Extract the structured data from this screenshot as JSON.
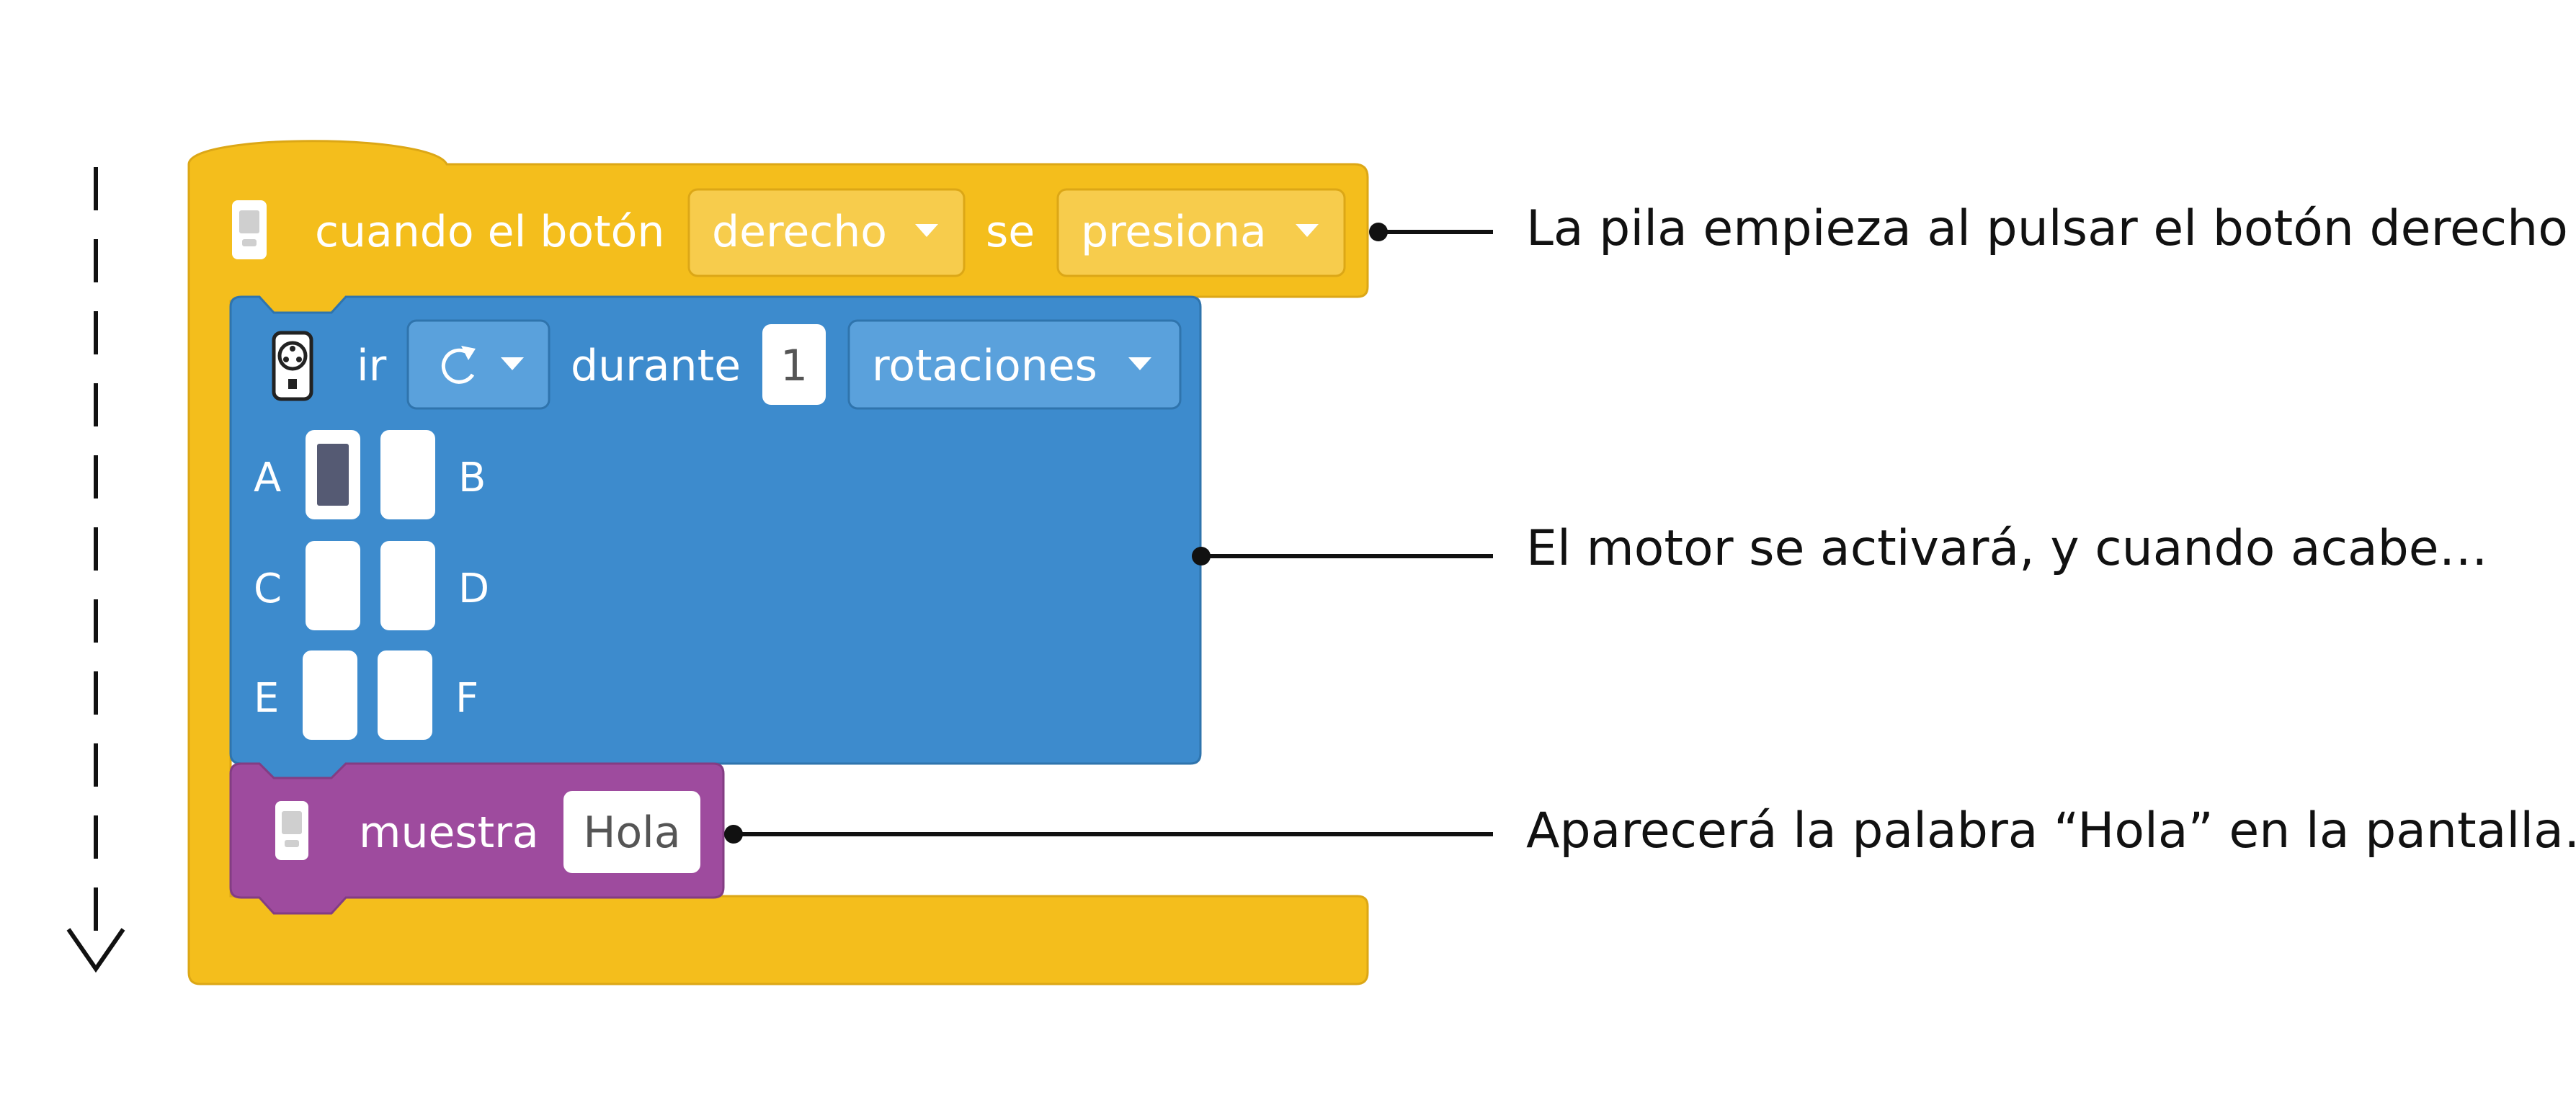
{
  "colors": {
    "hat": "#f4be1c",
    "hat_dropdown": "#f7cc4c",
    "hat_border": "#dca716",
    "motor": "#3d8bcd",
    "motor_dropdown": "#5aa1dc",
    "motor_border": "#2f74ad",
    "display": "#9e4b9e",
    "display_border": "#833d83",
    "port_selected": "#555a73",
    "annotation": "#111111"
  },
  "hat_block": {
    "icon": "hub-icon",
    "label_when": "cuando el botón",
    "button_value": "derecho",
    "label_se": "se",
    "action_value": "presiona"
  },
  "motor_block": {
    "icon": "motor-icon",
    "label_go": "ir",
    "direction_icon": "clockwise-icon",
    "label_during": "durante",
    "amount": "1",
    "unit_value": "rotaciones",
    "ports": [
      {
        "left": "A",
        "right": "B",
        "left_selected": true,
        "right_selected": false
      },
      {
        "left": "C",
        "right": "D",
        "left_selected": false,
        "right_selected": false
      },
      {
        "left": "E",
        "right": "F",
        "left_selected": false,
        "right_selected": false
      }
    ]
  },
  "display_block": {
    "icon": "hub-icon",
    "label_show": "muestra",
    "text_value": "Hola"
  },
  "annotations": [
    "La pila empieza al pulsar el botón derecho",
    "El motor se activará, y cuando acabe…",
    "Aparecerá la palabra “Hola” en la pantalla…"
  ]
}
